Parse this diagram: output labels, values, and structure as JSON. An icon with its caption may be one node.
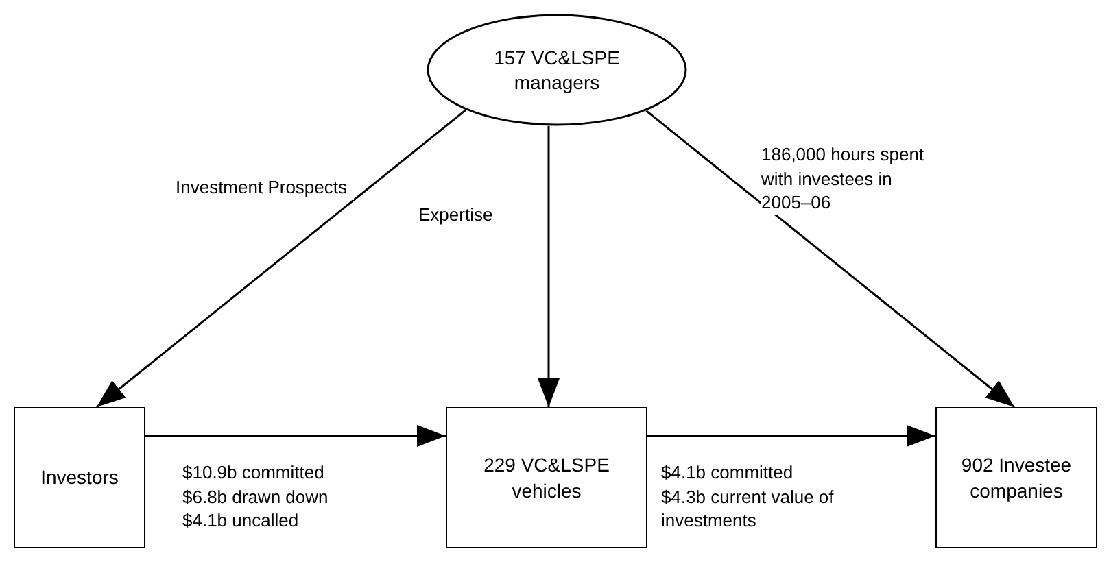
{
  "diagram": {
    "nodes": [
      {
        "text": [
          "157 VC&LSPE managers"
        ]
      },
      {
        "text": [
          "Investors"
        ]
      },
      {
        "text": [
          "229 VC&LSPE vehicles"
        ]
      },
      {
        "text": [
          "902 Investee companies"
        ]
      }
    ],
    "edges": [
      {
        "from": 0,
        "to": 1,
        "arrow": "to",
        "label": "Investment Prospects"
      },
      {
        "from": 0,
        "to": 2,
        "arrow": "to",
        "label": "Expertise"
      },
      {
        "from": 0,
        "to": 3,
        "arrow": "to",
        "label": "186,000 hours spent with investees in 2005–06"
      },
      {
        "from": 1,
        "to": 2,
        "arrow": "to",
        "label": "$10.9b committed $6.8b drawn down $4.1b uncalled"
      },
      {
        "from": 2,
        "to": 3,
        "arrow": "to",
        "label": "$4.1b committed $4.3b current value of investments"
      }
    ]
  }
}
